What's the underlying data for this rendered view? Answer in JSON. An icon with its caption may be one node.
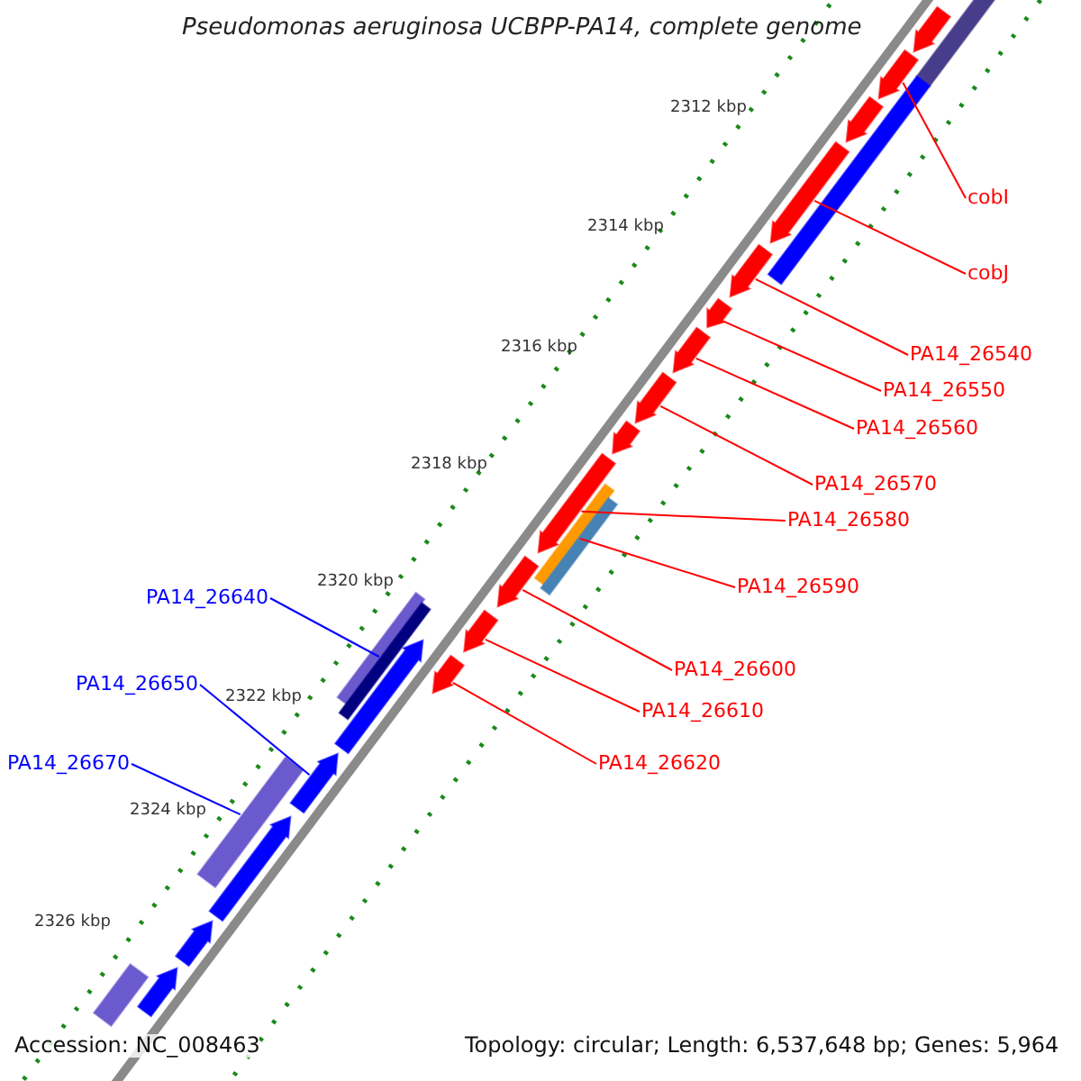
{
  "diagram": {
    "title": "Pseudomonas aeruginosa UCBPP-PA14, complete genome",
    "nodes": [
      {
        "text": [
          "cobI"
        ]
      },
      {
        "text": [
          "cobJ"
        ]
      },
      {
        "text": [
          "PA14_26540"
        ]
      },
      {
        "text": [
          "PA14_26550"
        ]
      },
      {
        "text": [
          "PA14_26560"
        ]
      },
      {
        "text": [
          "PA14_26570"
        ]
      },
      {
        "text": [
          "PA14_26580"
        ]
      },
      {
        "text": [
          "PA14_26590"
        ]
      },
      {
        "text": [
          "PA14_26600"
        ]
      },
      {
        "text": [
          "PA14_26610"
        ]
      },
      {
        "text": [
          "PA14_26620"
        ]
      },
      {
        "text": [
          "PA14_26640"
        ]
      },
      {
        "text": [
          "PA14_26650"
        ]
      },
      {
        "text": [
          "PA14_26670"
        ]
      },
      {
        "text": [],
        "shape": "pentagon"
      },
      {
        "text": [],
        "shape": "pentagon"
      },
      {
        "text": [],
        "shape": "pentagon"
      },
      {
        "text": [],
        "shape": "pentagon"
      },
      {
        "text": [],
        "shape": "pentagon"
      },
      {
        "text": [],
        "shape": "pentagon"
      },
      {
        "text": [],
        "shape": "pentagon"
      },
      {
        "text": [],
        "shape": "pentagon"
      },
      {
        "text": [],
        "shape": "pentagon"
      },
      {
        "text": [],
        "shape": "pentagon"
      },
      {
        "text": [],
        "shape": "pentagon"
      },
      {
        "text": [],
        "shape": "pentagon"
      },
      {
        "text": [],
        "shape": "pentagon"
      },
      {
        "text": [],
        "shape": "bar"
      },
      {
        "text": [],
        "shape": "bar"
      },
      {
        "text": [],
        "shape": "bar"
      },
      {
        "text": [],
        "shape": "bar"
      },
      {
        "text": [],
        "shape": "bar"
      },
      {
        "text": [],
        "shape": "bar"
      },
      {
        "text": [],
        "shape": "pentagon"
      },
      {
        "text": [],
        "shape": "pentagon"
      },
      {
        "text": [],
        "shape": "bar"
      },
      {
        "text": [],
        "shape": "pentagon"
      },
      {
        "text": [],
        "shape": "pentagon"
      },
      {
        "text": [],
        "shape": "pentagon"
      },
      {
        "text": [],
        "shape": "bar"
      }
    ],
    "edges": [
      {
        "from": 0,
        "to": 15,
        "arrow": "none"
      },
      {
        "from": 1,
        "to": 17,
        "arrow": "none"
      },
      {
        "from": 2,
        "to": 18,
        "arrow": "none"
      },
      {
        "from": 3,
        "to": 19,
        "arrow": "none"
      },
      {
        "from": 4,
        "to": 20,
        "arrow": "none"
      },
      {
        "from": 5,
        "to": 21,
        "arrow": "none"
      },
      {
        "from": 6,
        "to": 23,
        "arrow": "none"
      },
      {
        "from": 7,
        "to": 27,
        "arrow": "none"
      },
      {
        "from": 8,
        "to": 24,
        "arrow": "none"
      },
      {
        "from": 9,
        "to": 25,
        "arrow": "none"
      },
      {
        "from": 10,
        "to": 26,
        "arrow": "none"
      },
      {
        "from": 11,
        "to": 32,
        "arrow": "none",
        "color": "#0000ff"
      },
      {
        "from": 12,
        "to": 34,
        "arrow": "none",
        "color": "#0000ff"
      },
      {
        "from": 13,
        "to": 35,
        "arrow": "none",
        "color": "#0000ff"
      }
    ],
    "labels": [
      "2312 kbp",
      "2314 kbp",
      "2316 kbp",
      "2318 kbp",
      "2320 kbp",
      "2322 kbp",
      "2324 kbp",
      "2326 kbp",
      "Accession: NC_008463",
      "Topology: circular; Length: 6,537,648 bp; Genes: 5,964"
    ]
  }
}
